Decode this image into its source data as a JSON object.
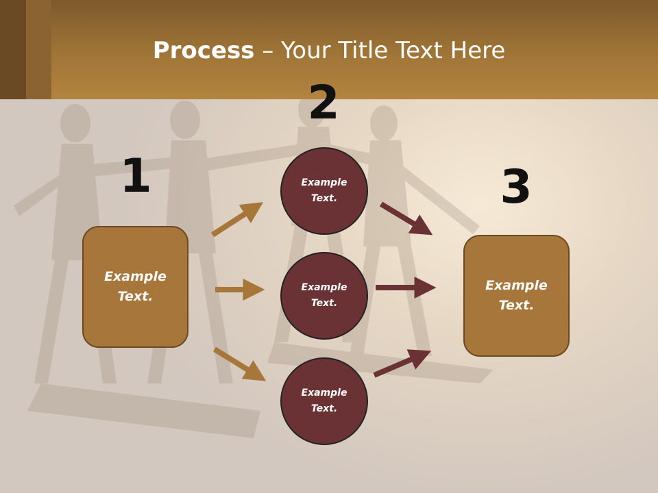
{
  "title": {
    "bold": "Process",
    "rest": " – Your Title Text Here"
  },
  "steps": {
    "one": "1",
    "two": "2",
    "three": "3"
  },
  "left_box": {
    "text": "Example Text."
  },
  "circles": [
    {
      "text": "Example Text."
    },
    {
      "text": "Example Text."
    },
    {
      "text": "Example Text."
    }
  ],
  "right_box": {
    "text": "Example Text."
  },
  "colors": {
    "header": "#a07537",
    "box_fill": "#a6763a",
    "circle_fill": "#6a3234",
    "arrow_left": "#a6763a",
    "arrow_right": "#6a3234"
  }
}
